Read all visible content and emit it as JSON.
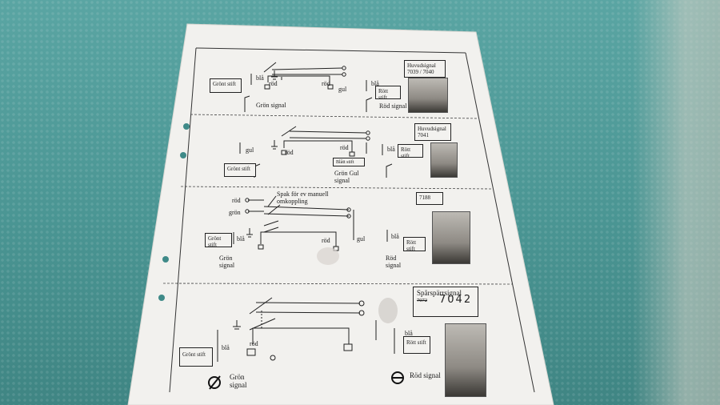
{
  "sections": [
    {
      "title_line1": "Huvudsignal",
      "title_line2": "7039 / 7040",
      "box_left": "Grönt stift",
      "box_right": "Rött stift",
      "wire_left": "blå",
      "wire_mid": "röd",
      "wire_mid2": "röd",
      "wire_right": "blå",
      "wire_gul": "gul",
      "signal_label_left": "Grön signal",
      "signal_label_right": "Röd signal"
    },
    {
      "title_line1": "Huvudsignal",
      "title_line2": "7041",
      "box_left": "Grönt stift",
      "box_mid": "Blått stift",
      "box_right": "Rött stift",
      "wire_gul": "gul",
      "wire_rod1": "röd",
      "wire_rod2": "röd",
      "wire_bla": "blå",
      "signal_label": "Grön Gul signal"
    },
    {
      "title_line1": "7188",
      "note": "Spak för ev manuell omkoppling",
      "wire_rod": "röd",
      "wire_gron": "grön",
      "box_left": "Grönt stift",
      "box_right": "Rött stift",
      "wire_bla_left": "blå",
      "wire_rod_mid": "röd",
      "wire_gul": "gul",
      "wire_bla_right": "blå",
      "signal_label_left": "Grön signal",
      "signal_label_right": "Röd signal"
    },
    {
      "title_line1": "Spårspärrsignal",
      "title_struck": "7072",
      "title_hand": "7042",
      "box_left": "Grönt stift",
      "box_right": "Rött stift",
      "wire_bla_left": "blå",
      "wire_rod": "röd",
      "wire_bla_right": "blå",
      "signal_label_left": "Grön signal",
      "signal_label_right": "Röd signal"
    }
  ]
}
